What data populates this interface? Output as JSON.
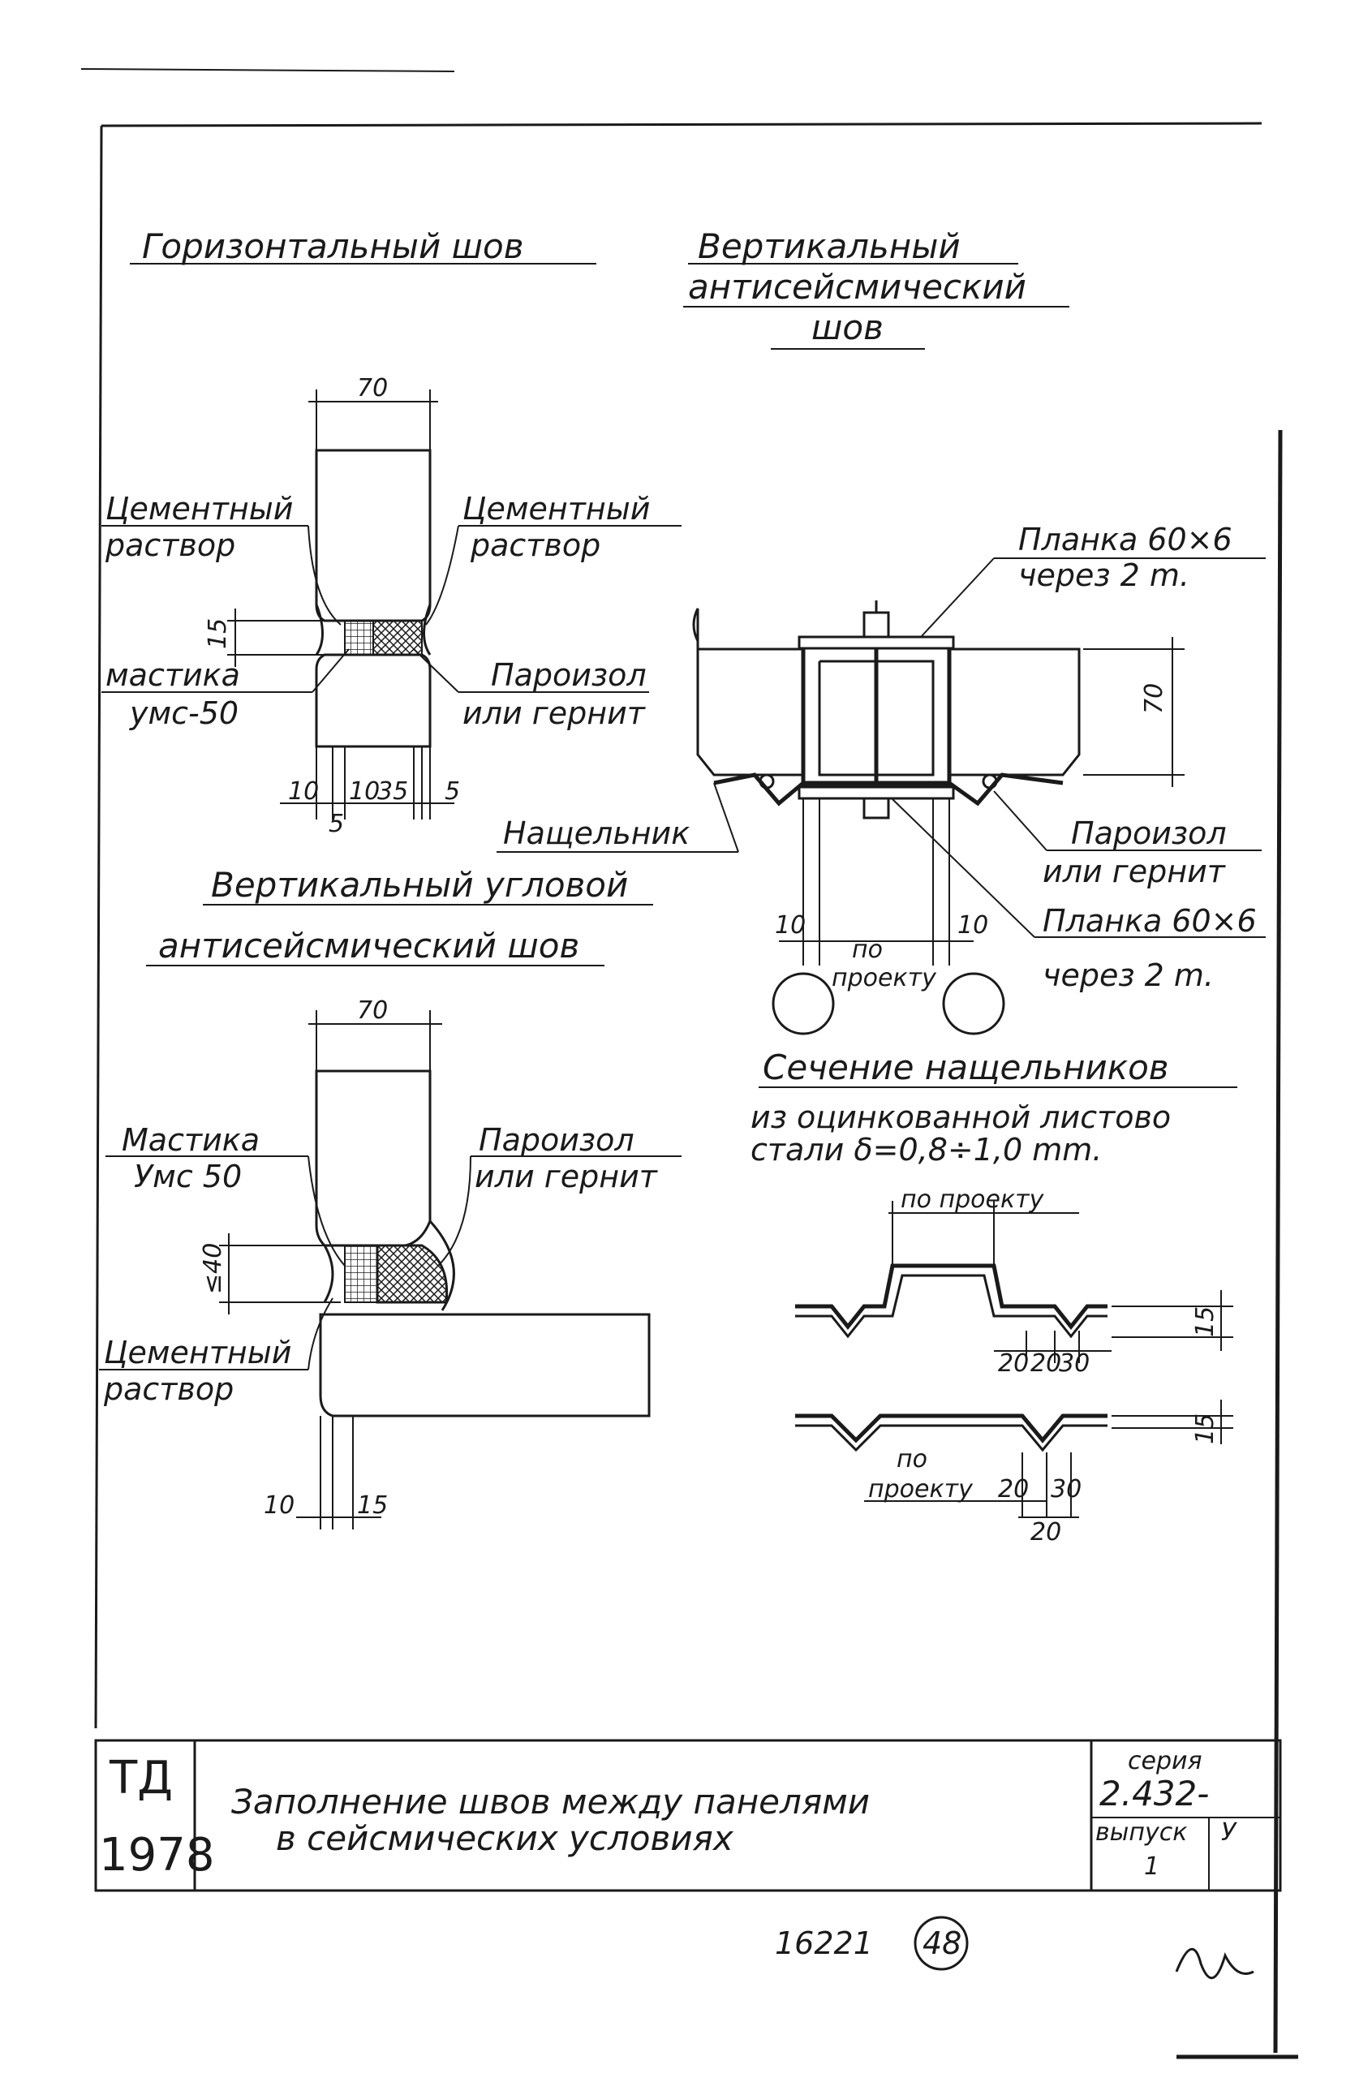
{
  "sections": {
    "horizontal_joint": {
      "title": "Горизонтальный шов",
      "label_mortar_left": [
        "Цементный",
        "раствор"
      ],
      "label_mortar_right": [
        "Цементный",
        "раствор"
      ],
      "label_mastic": [
        "мастика",
        "умс-50"
      ],
      "label_insulation": [
        "Пароизол",
        "или гернит"
      ],
      "dims": {
        "width": "70",
        "gap": "15",
        "d1": "10",
        "d2": "10",
        "d3": "35",
        "d4": "5",
        "d5": "5"
      }
    },
    "vertical_joint": {
      "title": [
        "Вертикальный",
        "антисейсмический",
        "шов"
      ],
      "label_strap_top": [
        "Планка 60×6",
        "через 2 m."
      ],
      "label_insulation": [
        "Пароизол",
        "или гернит"
      ],
      "label_strap_bottom": [
        "Планка 60×6",
        "через 2 m."
      ],
      "label_cover": "Нащельник",
      "dims": {
        "height": "70",
        "left": "10",
        "right": "10",
        "middle": [
          "по",
          "проекту"
        ]
      }
    },
    "corner_joint": {
      "title": [
        "Вертикальный угловой",
        "антисейсмический шов"
      ],
      "label_mastic": [
        "Мастика",
        "Умс 50"
      ],
      "label_insulation": [
        "Пароизол",
        "или гернит"
      ],
      "label_mortar": [
        "Цементный",
        "раствор"
      ],
      "dims": {
        "width": "70",
        "gap": "≤40",
        "d1": "10",
        "d2": "15"
      }
    },
    "cover_section": {
      "title": "Сечение нащельников",
      "note": [
        "из оцинкованной листово",
        "стали δ=0,8÷1,0 mm."
      ],
      "label_by_project_top": "по проекту",
      "label_by_project_bottom": [
        "по",
        "проекту"
      ],
      "dims_top": {
        "a": "20",
        "b": "20",
        "c": "30",
        "h": "15"
      },
      "dims_bottom": {
        "a": "20",
        "b": "30",
        "c": "20",
        "h": "15"
      }
    }
  },
  "title_block": {
    "org": "ТД",
    "year": "1978",
    "title_line1": "Заполнение швов между панелями",
    "title_line2": "в сейсмических условиях",
    "series_label": "серия",
    "series_value": "2.432-",
    "issue_label": "выпуск",
    "issue_value": "1",
    "issue_extra": "У"
  },
  "footer": {
    "number": "16221",
    "sheet": "48"
  }
}
